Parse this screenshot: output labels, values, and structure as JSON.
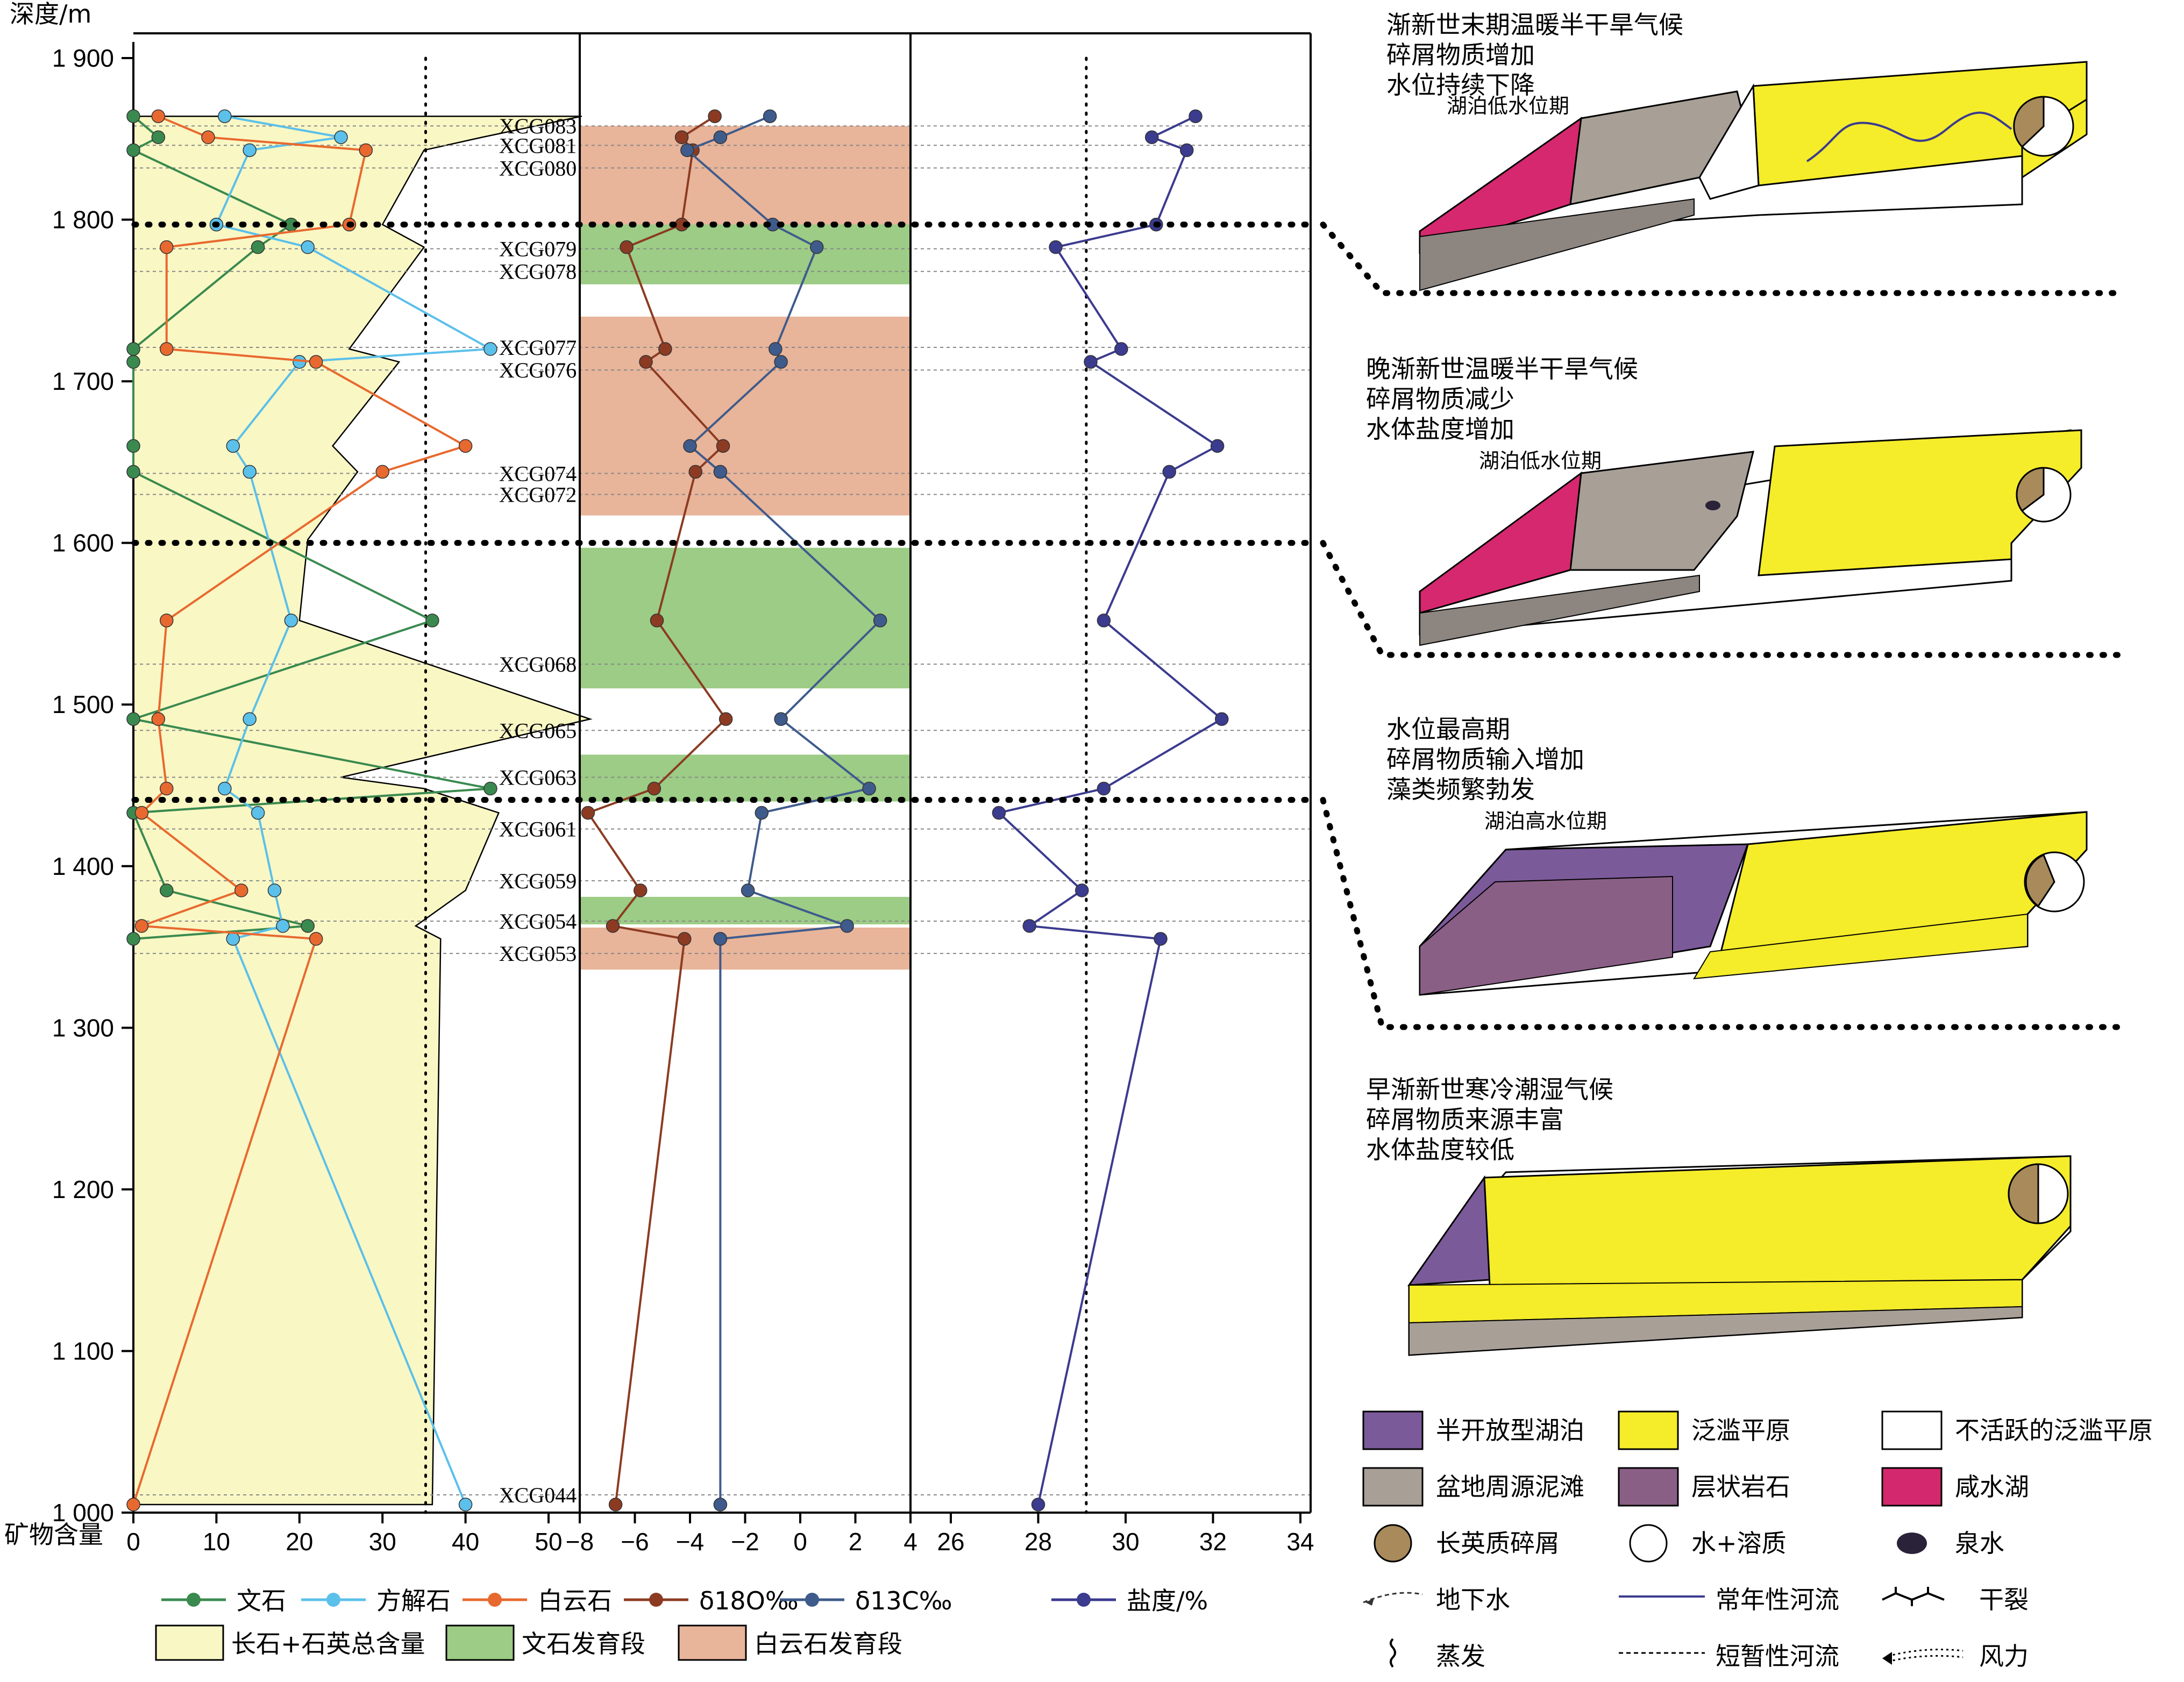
{
  "chart_data": {
    "type": "line",
    "y_axis": {
      "label": "深度/m",
      "range": [
        1000,
        1900
      ],
      "ticks": [
        "1 000",
        "1 100",
        "1 200",
        "1 300",
        "1 400",
        "1 500",
        "1 600",
        "1 700",
        "1 800",
        "1 900"
      ],
      "tick_values": [
        1000,
        1100,
        1200,
        1300,
        1400,
        1500,
        1600,
        1700,
        1800,
        1900
      ]
    },
    "bottom_label": "矿物含量",
    "panels": [
      {
        "id": "mineral",
        "range": [
          0,
          55
        ],
        "ticks": [
          "0",
          "10",
          "20",
          "30",
          "40",
          "50"
        ],
        "tick_values": [
          0,
          10,
          20,
          30,
          40,
          50
        ],
        "ref_line": 35
      },
      {
        "id": "isotope",
        "range": [
          -8,
          4
        ],
        "ticks": [
          "−8",
          "−6",
          "−4",
          "−2",
          "0",
          "2",
          "4"
        ],
        "tick_values": [
          -8,
          -6,
          -4,
          -2,
          0,
          2,
          4
        ]
      },
      {
        "id": "salinity",
        "range": [
          25.2,
          34.5
        ],
        "ticks": [
          "26",
          "28",
          "30",
          "32",
          "34"
        ],
        "tick_values": [
          26,
          28,
          30,
          32,
          34
        ],
        "ref_line": 29.2
      }
    ],
    "samples": [
      {
        "name": "XCG083",
        "depth": 1858
      },
      {
        "name": "XCG081",
        "depth": 1846
      },
      {
        "name": "XCG080",
        "depth": 1832
      },
      {
        "name": "XCG079",
        "depth": 1782
      },
      {
        "name": "XCG078",
        "depth": 1768
      },
      {
        "name": "XCG077",
        "depth": 1721
      },
      {
        "name": "XCG076",
        "depth": 1707
      },
      {
        "name": "XCG074",
        "depth": 1643
      },
      {
        "name": "XCG072",
        "depth": 1630
      },
      {
        "name": "XCG068",
        "depth": 1525
      },
      {
        "name": "XCG065",
        "depth": 1484
      },
      {
        "name": "XCG063",
        "depth": 1455
      },
      {
        "name": "XCG061",
        "depth": 1423
      },
      {
        "name": "XCG059",
        "depth": 1391
      },
      {
        "name": "XCG054",
        "depth": 1366
      },
      {
        "name": "XCG053",
        "depth": 1346
      },
      {
        "name": "XCG044",
        "depth": 1011
      }
    ],
    "series": [
      {
        "name": "文石",
        "panel": "mineral",
        "color": "#3a8a4f",
        "points": [
          [
            0,
            1864
          ],
          [
            3,
            1851
          ],
          [
            0,
            1843
          ],
          [
            19,
            1797
          ],
          [
            15,
            1783
          ],
          [
            0,
            1720
          ],
          [
            0,
            1712
          ],
          [
            0,
            1660
          ],
          [
            0,
            1644
          ],
          [
            36,
            1552
          ],
          [
            0,
            1491
          ],
          [
            43,
            1448
          ],
          [
            0,
            1433
          ],
          [
            4,
            1385
          ],
          [
            21,
            1363
          ],
          [
            0,
            1355
          ]
        ]
      },
      {
        "name": "方解石",
        "panel": "mineral",
        "color": "#5bc0ea",
        "points": [
          [
            11,
            1864
          ],
          [
            25,
            1851
          ],
          [
            14,
            1843
          ],
          [
            10,
            1797
          ],
          [
            21,
            1783
          ],
          [
            43,
            1720
          ],
          [
            20,
            1712
          ],
          [
            12,
            1660
          ],
          [
            14,
            1644
          ],
          [
            19,
            1552
          ],
          [
            14,
            1491
          ],
          [
            11,
            1448
          ],
          [
            15,
            1433
          ],
          [
            17,
            1385
          ],
          [
            18,
            1363
          ],
          [
            12,
            1355
          ],
          [
            40,
            1005
          ]
        ]
      },
      {
        "name": "白云石",
        "panel": "mineral",
        "color": "#e8692f",
        "points": [
          [
            3,
            1864
          ],
          [
            9,
            1851
          ],
          [
            28,
            1843
          ],
          [
            26,
            1797
          ],
          [
            4,
            1783
          ],
          [
            4,
            1720
          ],
          [
            22,
            1712
          ],
          [
            40,
            1660
          ],
          [
            30,
            1644
          ],
          [
            4,
            1552
          ],
          [
            3,
            1491
          ],
          [
            4,
            1448
          ],
          [
            1,
            1433
          ],
          [
            13,
            1385
          ],
          [
            1,
            1363
          ],
          [
            22,
            1355
          ],
          [
            0,
            1005
          ]
        ]
      },
      {
        "name": "δ18O‰",
        "panel": "isotope",
        "color": "#8c3b22",
        "points": [
          [
            -3.1,
            1864
          ],
          [
            -4.3,
            1851
          ],
          [
            -3.9,
            1843
          ],
          [
            -4.3,
            1797
          ],
          [
            -6.3,
            1783
          ],
          [
            -4.9,
            1720
          ],
          [
            -5.6,
            1712
          ],
          [
            -2.8,
            1660
          ],
          [
            -3.8,
            1644
          ],
          [
            -5.2,
            1552
          ],
          [
            -2.7,
            1491
          ],
          [
            -5.3,
            1448
          ],
          [
            -7.7,
            1433
          ],
          [
            -5.8,
            1385
          ],
          [
            -6.8,
            1363
          ],
          [
            -4.2,
            1355
          ],
          [
            -6.7,
            1005
          ]
        ]
      },
      {
        "name": "δ13C‰",
        "panel": "isotope",
        "color": "#3f5b8c",
        "points": [
          [
            -1.1,
            1864
          ],
          [
            -2.9,
            1851
          ],
          [
            -4.1,
            1843
          ],
          [
            -1.0,
            1797
          ],
          [
            0.6,
            1783
          ],
          [
            -0.9,
            1720
          ],
          [
            -0.7,
            1712
          ],
          [
            -4.0,
            1660
          ],
          [
            -2.9,
            1644
          ],
          [
            2.9,
            1552
          ],
          [
            -0.7,
            1491
          ],
          [
            2.5,
            1448
          ],
          [
            -1.4,
            1433
          ],
          [
            -1.9,
            1385
          ],
          [
            1.7,
            1363
          ],
          [
            -2.9,
            1355
          ],
          [
            -2.9,
            1005
          ]
        ]
      },
      {
        "name": "盐度/%",
        "panel": "salinity",
        "color": "#3b3b8f",
        "points": [
          [
            31.6,
            1864
          ],
          [
            30.6,
            1851
          ],
          [
            31.4,
            1843
          ],
          [
            30.7,
            1797
          ],
          [
            28.4,
            1783
          ],
          [
            29.9,
            1720
          ],
          [
            29.2,
            1712
          ],
          [
            32.1,
            1660
          ],
          [
            31.0,
            1644
          ],
          [
            29.5,
            1552
          ],
          [
            32.2,
            1491
          ],
          [
            29.5,
            1448
          ],
          [
            27.1,
            1433
          ],
          [
            29.0,
            1385
          ],
          [
            27.8,
            1363
          ],
          [
            30.8,
            1355
          ],
          [
            28.0,
            1005
          ]
        ]
      }
    ],
    "area": {
      "name": "长石+石英总含量",
      "color": "#f9f7c4",
      "points": [
        [
          54,
          1864
        ],
        [
          42,
          1851
        ],
        [
          35,
          1843
        ],
        [
          30,
          1797
        ],
        [
          35,
          1783
        ],
        [
          26,
          1720
        ],
        [
          32,
          1712
        ],
        [
          24,
          1660
        ],
        [
          27,
          1644
        ],
        [
          21,
          1602
        ],
        [
          20,
          1552
        ],
        [
          55,
          1491
        ],
        [
          25,
          1455
        ],
        [
          35,
          1448
        ],
        [
          44,
          1433
        ],
        [
          40,
          1385
        ],
        [
          34,
          1363
        ],
        [
          37,
          1355
        ],
        [
          36,
          1005
        ]
      ]
    },
    "shaded_intervals": [
      {
        "name": "白云石发育段",
        "color": "#e8b49a",
        "from": 1795,
        "to": 1858
      },
      {
        "name": "文石发育段",
        "color": "#9ccc85",
        "from": 1760,
        "to": 1797
      },
      {
        "name": "白云石发育段",
        "color": "#e8b49a",
        "from": 1617,
        "to": 1740
      },
      {
        "name": "文石发育段",
        "color": "#9ccc85",
        "from": 1510,
        "to": 1597
      },
      {
        "name": "文石发育段",
        "color": "#9ccc85",
        "from": 1440,
        "to": 1469
      },
      {
        "name": "文石发育段",
        "color": "#9ccc85",
        "from": 1364,
        "to": 1381
      },
      {
        "name": "白云石发育段",
        "color": "#e8b49a",
        "from": 1336,
        "to": 1362
      }
    ],
    "boundaries": [
      1797,
      1600,
      1441
    ],
    "legend_row1": [
      {
        "name": "文石",
        "marker": "line-dot",
        "color": "#3a8a4f"
      },
      {
        "name": "方解石",
        "marker": "line-dot",
        "color": "#5bc0ea"
      },
      {
        "name": "白云石",
        "marker": "line-dot",
        "color": "#e8692f"
      },
      {
        "name": "δ18O‰",
        "marker": "line-dot",
        "color": "#8c3b22"
      },
      {
        "name": "δ13C‰",
        "marker": "line-dot",
        "color": "#3f5b8c"
      },
      {
        "name": "盐度/%",
        "marker": "line-dot",
        "color": "#3b3b8f"
      }
    ],
    "legend_row2": [
      {
        "name": "长石+石英总含量",
        "marker": "box",
        "color": "#f9f7c4"
      },
      {
        "name": "文石发育段",
        "marker": "box",
        "color": "#9ccc85"
      },
      {
        "name": "白云石发育段",
        "marker": "box",
        "color": "#e8b49a"
      }
    ]
  },
  "models": [
    {
      "lines": [
        "渐新世末期温暖半干旱气候",
        "碎屑物质增加",
        "水位持续下降"
      ],
      "stage": "湖泊低水位期"
    },
    {
      "lines": [
        "晚渐新世温暖半干旱气候",
        "碎屑物质减少",
        "水体盐度增加"
      ],
      "stage": "湖泊低水位期"
    },
    {
      "lines": [
        "水位最高期",
        "碎屑物质输入增加",
        "藻类频繁勃发"
      ],
      "stage": "湖泊高水位期"
    },
    {
      "lines": [
        "早渐新世寒冷潮湿气候",
        "碎屑物质来源丰富",
        "水体盐度较低"
      ],
      "stage": ""
    }
  ],
  "map_legend": [
    {
      "label": "半开放型湖泊",
      "type": "box",
      "color": "#7b5a9a"
    },
    {
      "label": "泛滥平原",
      "type": "box",
      "color": "#f5ec2a"
    },
    {
      "label": "不活跃的泛滥平原",
      "type": "box",
      "color": "#ffffff"
    },
    {
      "label": "盆地周源泥滩",
      "type": "box",
      "color": "#a89f97"
    },
    {
      "label": "层状岩石",
      "type": "box",
      "color": "#8a5f86"
    },
    {
      "label": "咸水湖",
      "type": "box",
      "color": "#d4286e"
    },
    {
      "label": "长英质碎屑",
      "type": "circle",
      "color": "#a88a5b"
    },
    {
      "label": "水+溶质",
      "type": "circle",
      "color": "#ffffff"
    },
    {
      "label": "泉水",
      "type": "ellipse",
      "color": "#2a2238"
    },
    {
      "label": "地下水",
      "type": "groundwater",
      "color": "#333333"
    },
    {
      "label": "常年性河流",
      "type": "river",
      "color": "#3b3b8f"
    },
    {
      "label": "干裂",
      "type": "mudcrack",
      "color": "#000000"
    },
    {
      "label": "蒸发",
      "type": "evap",
      "color": "#000000"
    },
    {
      "label": "短暂性河流",
      "type": "ephemeral",
      "color": "#000000"
    },
    {
      "label": "风力",
      "type": "wind",
      "color": "#000000"
    }
  ]
}
